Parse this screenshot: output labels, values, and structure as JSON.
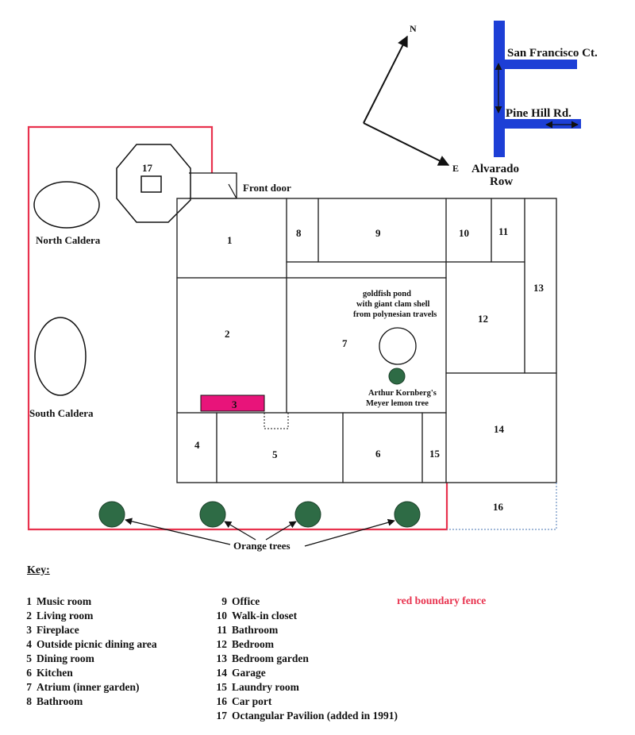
{
  "colors": {
    "fence": "#e8324e",
    "fireplace": "#e8147a",
    "street": "#1d3fd6",
    "tree": "#2e6b45",
    "tree_outline": "#1a3f28",
    "carport_dotted": "#6a8fc0"
  },
  "compass": {
    "north": "N",
    "east": "E"
  },
  "streets": {
    "sf": "San Francisco Ct.",
    "pine": "Pine Hill Rd.",
    "alvarado_1": "Alvarado",
    "alvarado_2": "Row"
  },
  "labels": {
    "front_door": "Front door",
    "north_caldera": "North Caldera",
    "south_caldera": "South Caldera",
    "pond_1": "goldfish pond",
    "pond_2": "with giant clam shell",
    "pond_3": "from polynesian travels",
    "lemon_1": "Arthur Kornberg's",
    "lemon_2": "Meyer  lemon tree",
    "orange_trees": "Orange trees"
  },
  "rooms": {
    "r1": "1",
    "r2": "2",
    "r3": "3",
    "r4": "4",
    "r5": "5",
    "r6": "6",
    "r7": "7",
    "r8": "8",
    "r9": "9",
    "r10": "10",
    "r11": "11",
    "r12": "12",
    "r13": "13",
    "r14": "14",
    "r15": "15",
    "r16": "16",
    "r17": "17"
  },
  "key": {
    "title": "Key:",
    "fence_note": "red boundary fence",
    "col1": [
      {
        "n": "1",
        "text": "Music room"
      },
      {
        "n": "2",
        "text": "Living room"
      },
      {
        "n": "3",
        "text": "Fireplace"
      },
      {
        "n": "4",
        "text": "Outside picnic dining area"
      },
      {
        "n": "5",
        "text": "Dining room"
      },
      {
        "n": "6",
        "text": "Kitchen"
      },
      {
        "n": "7",
        "text": "Atrium (inner garden)"
      },
      {
        "n": "8",
        "text": "Bathroom"
      }
    ],
    "col2": [
      {
        "n": "9",
        "text": "Office"
      },
      {
        "n": "10",
        "text": "Walk-in closet"
      },
      {
        "n": "11",
        "text": "Bathroom"
      },
      {
        "n": "12",
        "text": "Bedroom"
      },
      {
        "n": "13",
        "text": "Bedroom garden"
      },
      {
        "n": "14",
        "text": "Garage"
      },
      {
        "n": "15",
        "text": "Laundry room"
      },
      {
        "n": "16",
        "text": "Car port"
      },
      {
        "n": "17",
        "text": "Octangular Pavilion (added in 1991)"
      }
    ]
  }
}
